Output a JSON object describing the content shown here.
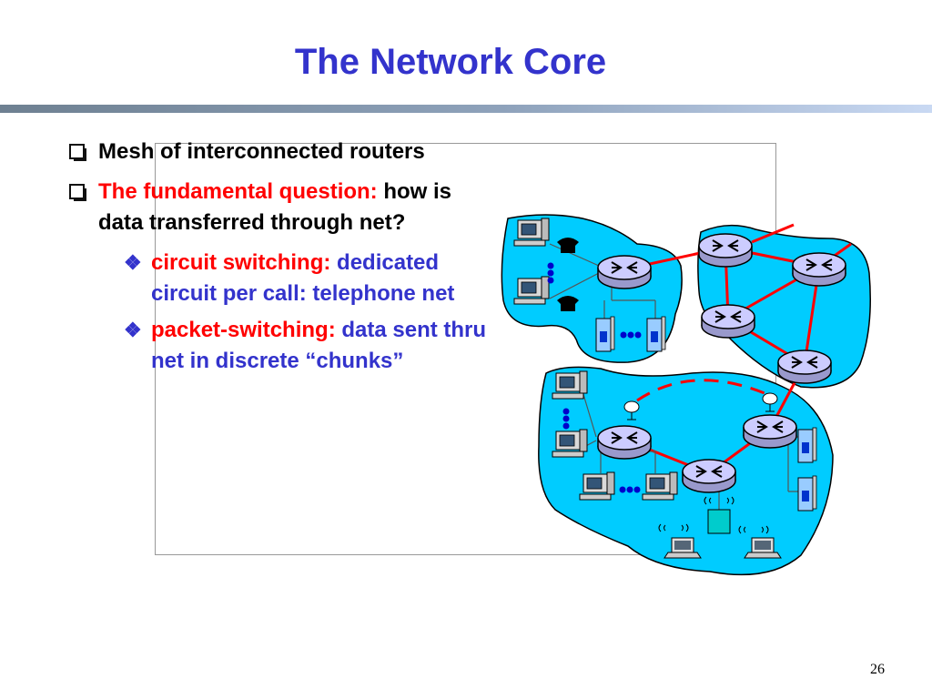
{
  "slide": {
    "title": "The Network Core",
    "page_number": "26"
  },
  "bullets": [
    {
      "text": "Mesh of interconnected routers"
    },
    {
      "lead": "The fundamental question:",
      "rest": "how is data transferred through net?"
    }
  ],
  "sub_bullets": [
    {
      "lead": "circuit switching:",
      "rest": "dedicated circuit per call: telephone net"
    },
    {
      "lead": "packet-switching:",
      "rest": "data sent thru net in discrete “chunks”"
    }
  ],
  "colors": {
    "title": "#3333cc",
    "emphasis": "#ff0000",
    "sub_text": "#3333cc",
    "network_region": "#00ccff",
    "router_link": "#ff0000"
  },
  "icons": [
    "checkbox-bullet-icon",
    "diamond-bullet-icon",
    "router-icon",
    "host-computer-icon",
    "telephone-icon",
    "server-icon",
    "laptop-icon",
    "satellite-dish-icon",
    "base-station-icon"
  ]
}
